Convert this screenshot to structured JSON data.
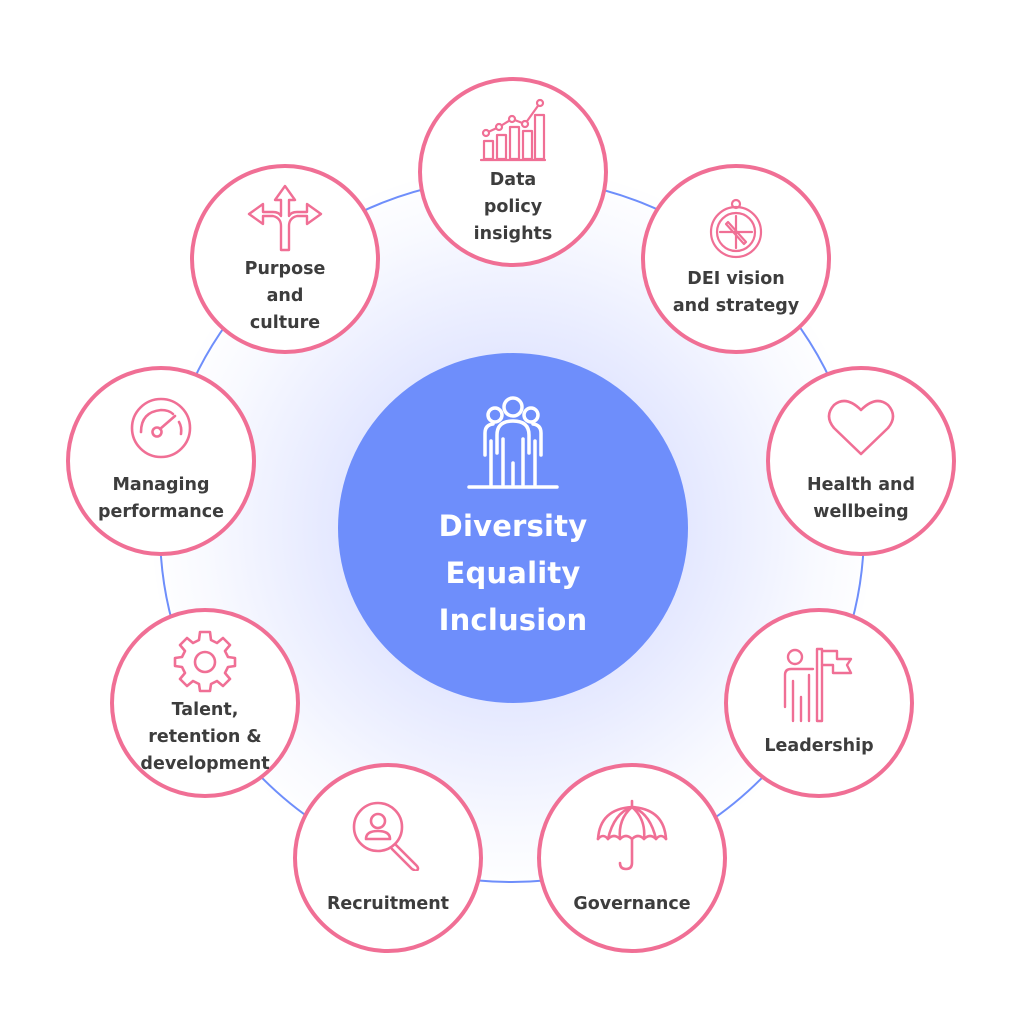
{
  "center": {
    "icon": "group-of-people-icon",
    "title_lines": [
      "Diversity",
      "Equality",
      "Inclusion"
    ],
    "fill_color": "#6e8efb"
  },
  "colors": {
    "node_border": "#f06f95",
    "icon_stroke": "#f06f95",
    "ring": "#6e8efb",
    "label_text": "#3d3d3d"
  },
  "nodes": [
    {
      "id": "data-policy-insights",
      "label": "Data\npolicy\ninsights",
      "icon": "bar-chart-trend-icon"
    },
    {
      "id": "dei-vision-strategy",
      "label": "DEI vision\nand strategy",
      "icon": "compass-icon"
    },
    {
      "id": "health-wellbeing",
      "label": "Health and\nwellbeing",
      "icon": "heart-icon"
    },
    {
      "id": "leadership",
      "label": "Leadership",
      "icon": "person-with-flag-icon"
    },
    {
      "id": "governance",
      "label": "Governance",
      "icon": "umbrella-icon"
    },
    {
      "id": "recruitment",
      "label": "Recruitment",
      "icon": "person-search-icon"
    },
    {
      "id": "talent-retention-development",
      "label": "Talent,\nretention &\ndevelopment",
      "icon": "gear-icon"
    },
    {
      "id": "managing-performance",
      "label": "Managing\nperformance",
      "icon": "speedometer-icon"
    },
    {
      "id": "purpose-culture",
      "label": "Purpose\nand\nculture",
      "icon": "split-arrows-icon"
    }
  ]
}
